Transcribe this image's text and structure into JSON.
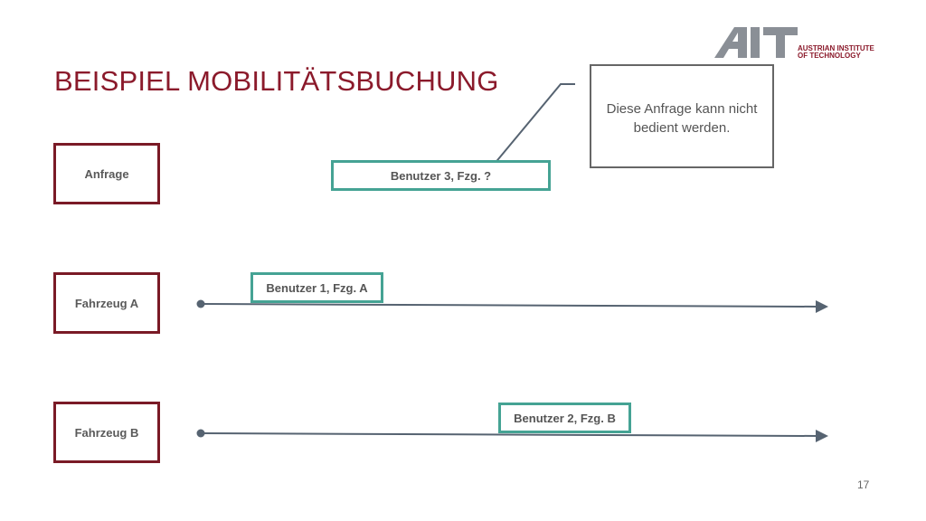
{
  "slide": {
    "title": "BEISPIEL MOBILITÄTSBUCHUNG",
    "page_number": "17",
    "logo": {
      "mark": "AIT",
      "text_line1": "AUSTRIAN INSTITUTE",
      "text_line2": "OF TECHNOLOGY"
    }
  },
  "rows": {
    "request": "Anfrage",
    "vehicle_a": "Fahrzeug A",
    "vehicle_b": "Fahrzeug B"
  },
  "bookings": {
    "request_booking": "Benutzer 3, Fzg. ?",
    "vehicle_a_booking": "Benutzer 1, Fzg. A",
    "vehicle_b_booking": "Benutzer 2, Fzg. B"
  },
  "callout": {
    "text": "Diese Anfrage kann nicht bedient werden."
  },
  "colors": {
    "title": "#8b1a2b",
    "row_border": "#7a1a26",
    "booking_border": "#45a394",
    "timeline": "#566371"
  }
}
